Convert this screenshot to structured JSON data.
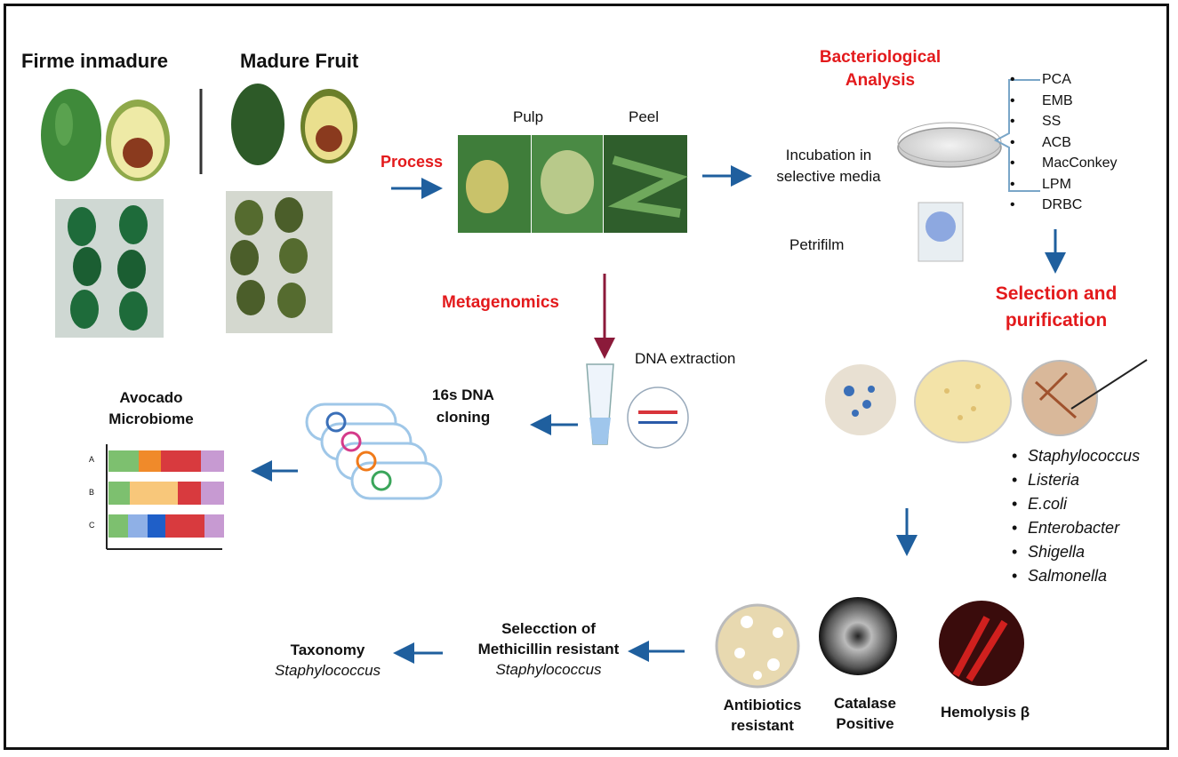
{
  "headers": {
    "firm": "Firme inmadure",
    "mature": "Madure Fruit"
  },
  "steps": {
    "process": "Process",
    "pulp": "Pulp",
    "peel": "Peel",
    "bacteriological_1": "Bacteriological",
    "bacteriological_2": "Analysis",
    "incubation_1": "Incubation in",
    "incubation_2": "selective media",
    "petrifilm": "Petrifilm",
    "selection_1": "Selection and",
    "selection_2": "purification",
    "metagenomics": "Metagenomics",
    "dna_extraction": "DNA extraction",
    "cloning_1": "16s DNA",
    "cloning_2": "cloning",
    "microbiome_1": "Avocado",
    "microbiome_2": "Microbiome",
    "methicillin_1": "Selecction of",
    "methicillin_2": "Methicillin resistant",
    "methicillin_3": "Staphylococcus",
    "taxonomy_1": "Taxonomy",
    "taxonomy_2": "Staphylococcus",
    "antibiotics_1": "Antibiotics",
    "antibiotics_2": "resistant",
    "catalase_1": "Catalase",
    "catalase_2": "Positive",
    "hemolysis": "Hemolysis β"
  },
  "media": [
    "PCA",
    "EMB",
    "SS",
    "ACB",
    "MacConkey",
    "LPM",
    "DRBC"
  ],
  "bacteria": [
    "Staphylococcus",
    "Listeria",
    "E.coli",
    "Enterobacter",
    "Shigella",
    "Salmonella"
  ],
  "bar_rows": [
    "A",
    "B",
    "C"
  ],
  "colors": {
    "label_red": "#e31a1c",
    "arrow_blue": "#1f5f9e",
    "arrow_maroon": "#8b1a3a",
    "avocado_dark": "#2f6b2a",
    "avocado_flesh": "#e8e49a",
    "avocado_seed": "#8a3a1e"
  }
}
